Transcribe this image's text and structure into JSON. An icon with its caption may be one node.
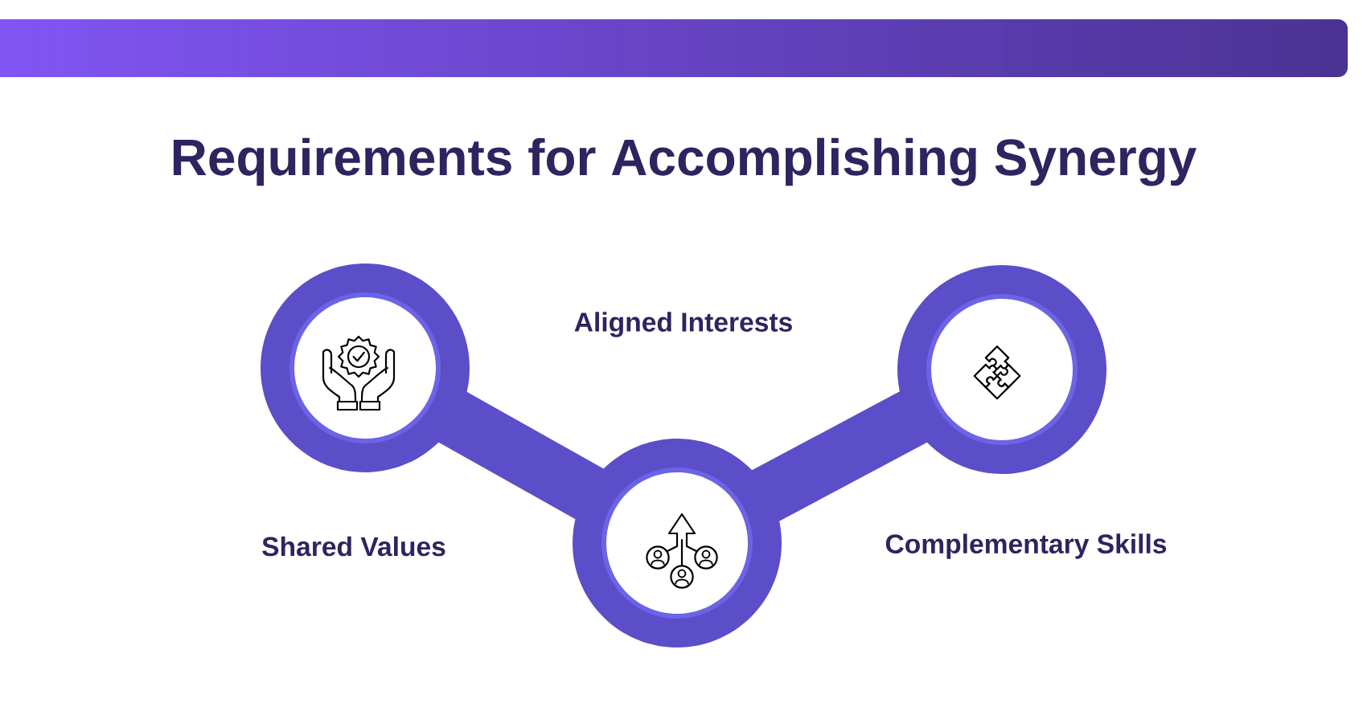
{
  "diagram": {
    "title": "Requirements for Accomplishing Synergy",
    "nodes": [
      {
        "text": [],
        "shape": "circle",
        "beside": [
          "Shared Values"
        ]
      },
      {
        "text": [],
        "shape": "circle"
      },
      {
        "text": [],
        "shape": "circle",
        "beside": [
          "Complementary Skills"
        ]
      }
    ],
    "edges": [
      {
        "from": 0,
        "to": 1,
        "arrow": "none"
      },
      {
        "from": 1,
        "to": 2,
        "arrow": "none"
      }
    ],
    "labels": [
      "Aligned Interests"
    ]
  }
}
